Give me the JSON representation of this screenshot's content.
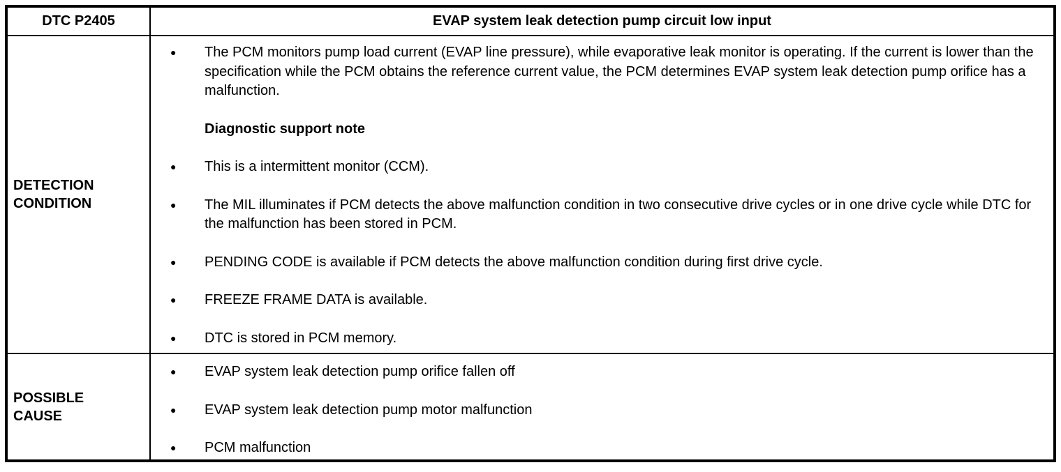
{
  "header": {
    "code": "DTC P2405",
    "title": "EVAP system leak detection pump circuit low input"
  },
  "detection": {
    "label": "DETECTION CONDITION",
    "items": [
      {
        "type": "bullet",
        "text": "The PCM monitors pump load current (EVAP line pressure), while evaporative leak monitor is operating. If the current is lower than the specification while the PCM obtains the reference current value, the PCM determines EVAP system leak detection pump orifice has a malfunction."
      },
      {
        "type": "heading",
        "text": "Diagnostic support note"
      },
      {
        "type": "bullet",
        "text": "This is a intermittent monitor (CCM)."
      },
      {
        "type": "bullet",
        "text": "The MIL illuminates if PCM detects the above malfunction condition in two consecutive drive cycles or in one drive cycle while DTC for the malfunction has been stored in PCM."
      },
      {
        "type": "bullet",
        "text": "PENDING CODE is available if PCM detects the above malfunction condition during first drive cycle."
      },
      {
        "type": "bullet",
        "text": "FREEZE FRAME DATA is available."
      },
      {
        "type": "bullet",
        "text": "DTC is stored in PCM memory."
      }
    ]
  },
  "possible_cause": {
    "label": "POSSIBLE CAUSE",
    "items": [
      {
        "type": "bullet",
        "text": "EVAP system leak detection pump orifice fallen off"
      },
      {
        "type": "bullet",
        "text": "EVAP system leak detection pump motor malfunction"
      },
      {
        "type": "bullet",
        "text": "PCM malfunction"
      }
    ]
  },
  "icons": {
    "bullet": "●"
  },
  "colors": {
    "border": "#000000",
    "background": "#ffffff",
    "text": "#000000"
  }
}
